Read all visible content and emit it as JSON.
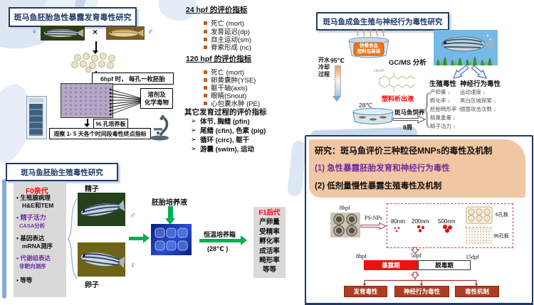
{
  "embryo_acute": {
    "title": "斑马鱼胚胎急性暴露发育毒性研究",
    "female_symbol": "♀",
    "cross": "×",
    "male_symbol": "♂",
    "well_label": "6hpf 时， 每孔一枚胚胎",
    "solvent_line1": "溶剂及",
    "solvent_line2": "化学毒物",
    "plate_label": "96 孔培养板",
    "observe_label": "观察 1- 5 天各个时间段毒性终点指标"
  },
  "indicators": {
    "arrow_bullet": "➢",
    "h24_title": "24 hpf 的评价指标",
    "h24_items": [
      "死亡 (mort)",
      "发育延迟(dp)",
      "自主运动(sm)",
      "脊索形成 (nc)"
    ],
    "h120_title": "120 hpf 的评价指标",
    "h120_items": [
      "死亡 (mort)",
      "卵黄囊肿(YSE)",
      "躯干轴(axis)",
      "眼睛(Snout)",
      "心包囊水肿 (PE)"
    ],
    "other_title": "其它发育过程的评价指标",
    "other_items": [
      "体节, 胸鳍 (pfin)",
      "尾鳍 (cfin), 色素 (pig)",
      "循环 (circ), 躯干",
      "游囊 (swim), 运动"
    ]
  },
  "adult": {
    "title": "斑马鱼成鱼生殖与神经行为毒性研究",
    "cup_line1": "快餐食品",
    "cup_line2": "塑料包装袋",
    "process_line1": "开水",
    "process_line2": "冷却",
    "process_line3": "过程",
    "temp_hot": "95℃",
    "gcms_label": "GC/MS 分析",
    "molecule_label": "DEHP",
    "leachate_label": "塑料析出液",
    "temp_cool": "28℃",
    "feeding_label": "斑马鱼饲养",
    "duration_label": "8周",
    "brace": "{",
    "repro_title": "生殖毒性",
    "repro_items": [
      {
        "label": "产卵量",
        "arrow": "↓",
        "dir": "down"
      },
      {
        "label": "孵化率",
        "arrow": "↓",
        "dir": "down"
      },
      {
        "label": "胚胎畸形率",
        "arrow": "↑",
        "dir": "up"
      },
      {
        "label": "精巢重量",
        "arrow": "↓",
        "dir": "down"
      },
      {
        "label": "精子活力",
        "arrow": "↓",
        "dir": "down"
      }
    ],
    "neuro_title": "神经行为毒性",
    "neuro_items": [
      {
        "label": "运动速度",
        "arrow": "↓",
        "dir": "down"
      },
      {
        "label": "黑白区域探索",
        "arrow": "↓",
        "dir": "down"
      },
      {
        "label": "镜面攻击次数",
        "arrow": "↓",
        "dir": "down"
      }
    ]
  },
  "embryo_repro": {
    "title": "斑马鱼胚胎生殖毒性研究",
    "bullet": "•",
    "f0_title": "F0亲代",
    "f0_items": [
      {
        "line1": "生殖腺病理",
        "line2": "H&E和TEM",
        "color": "black"
      },
      {
        "line1": "精子活力",
        "line2": "CASA分析",
        "color": "purple"
      },
      {
        "line1": "基因表达",
        "line2": "mRNA测序",
        "color": "black"
      },
      {
        "line1": "代谢组表达",
        "line2": "非靶向测序",
        "color": "purple"
      },
      {
        "line1": "等等",
        "line2": "",
        "color": "black"
      }
    ],
    "sperm_label": "精子",
    "egg_label": "卵子",
    "male_symbol": "♂",
    "female_symbol": "♀",
    "medium_label": "胚胎培养液",
    "incubator_line1": "恒温培养箱",
    "incubator_line2": "(28℃ )",
    "f1_title": "F1后代",
    "f1_items": [
      "产卵量",
      "受精率",
      "孵化率",
      "成活率",
      "畸形率",
      "等等"
    ]
  },
  "mnps": {
    "title": "研究：斑马鱼评价三种粒径MNPs的毒性及机制",
    "point1": "(1) 急性暴露胚胎发育和神经行为毒性",
    "point2": "(2) 低剂量慢性暴露生殖毒性及机制",
    "embryo_label": "8hpf",
    "psnps_label": "PS-NPs",
    "sizes": [
      "80nm",
      "200nm",
      "500nm"
    ],
    "plate6_label": "6孔板",
    "plate96_label": "96孔板",
    "timeline_start": "8hpf",
    "timeline_mid": "5dpf",
    "timeline_end": "15dpf",
    "exposure_label": "暴露期",
    "detox_label": "脱毒期",
    "outcomes": [
      "发育毒性",
      "神经行为毒性",
      "毒性机制"
    ]
  },
  "colors": {
    "navy": "#203a68",
    "red": "#ff0000",
    "purple": "#7030a0",
    "bullet_orange": "#c55a11",
    "green_arrow": "#00b050",
    "peach_panel": "#f1c6a2",
    "exposure_red": "#ee1111",
    "outcome_box": "#b03c20"
  }
}
